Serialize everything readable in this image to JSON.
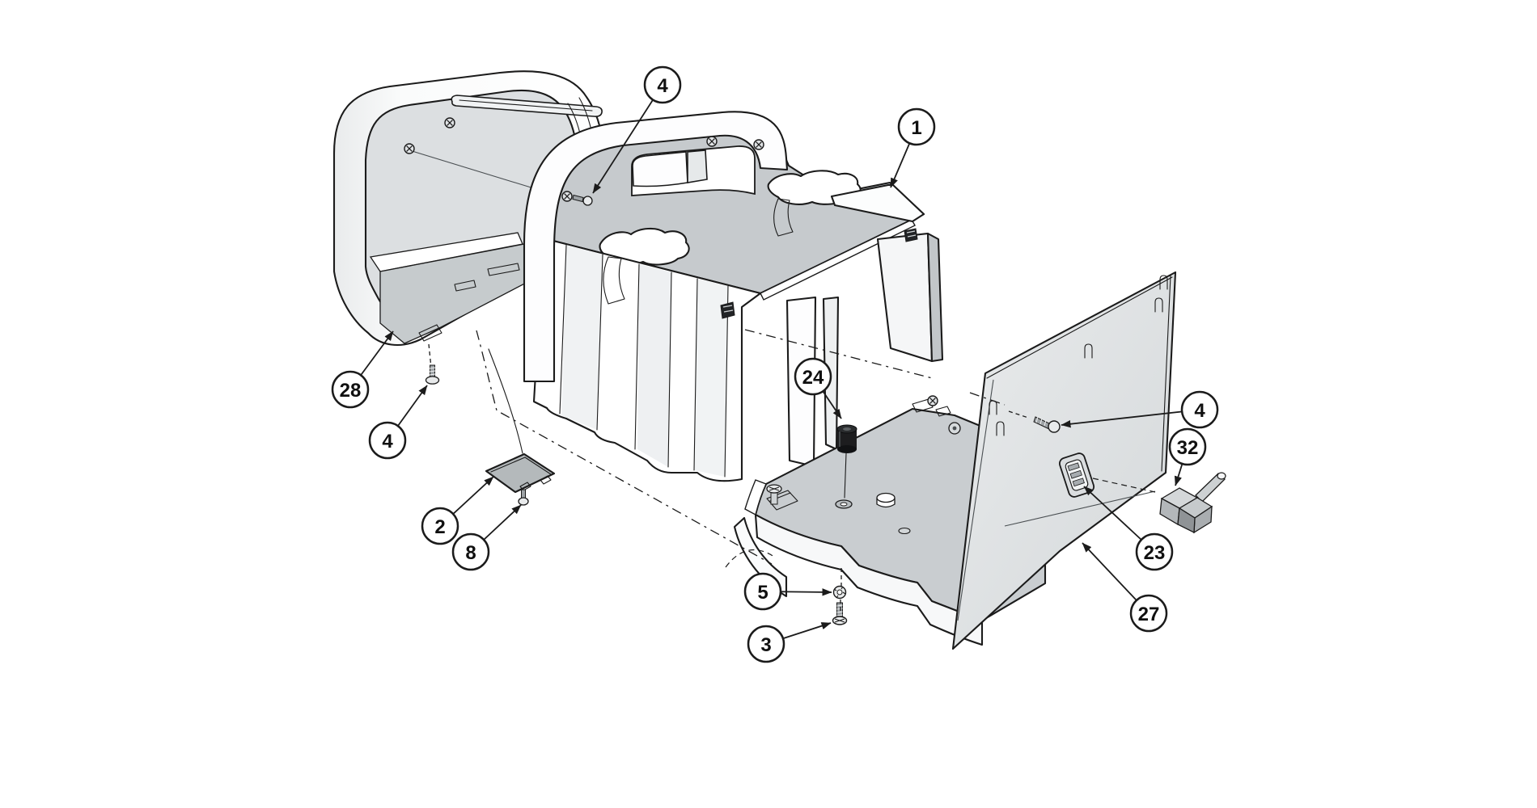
{
  "diagram": {
    "type": "exploded-parts-diagram",
    "background_color": "#ffffff",
    "line_color": "#1b1b1b",
    "palette": {
      "surface_white": "#ffffff",
      "surface_light": "#eef0f1",
      "surface_mid_gray": "#c6cacd",
      "surface_panel_gray": "#dfe3e5",
      "dark_part": "#1d1d1f"
    },
    "callouts": [
      {
        "id": "4-top",
        "label": "4"
      },
      {
        "id": "1",
        "label": "1"
      },
      {
        "id": "28",
        "label": "28"
      },
      {
        "id": "4-left",
        "label": "4"
      },
      {
        "id": "2",
        "label": "2"
      },
      {
        "id": "8",
        "label": "8"
      },
      {
        "id": "24",
        "label": "24"
      },
      {
        "id": "5",
        "label": "5"
      },
      {
        "id": "3",
        "label": "3"
      },
      {
        "id": "4-right",
        "label": "4"
      },
      {
        "id": "32",
        "label": "32"
      },
      {
        "id": "23",
        "label": "23"
      },
      {
        "id": "27",
        "label": "27"
      }
    ]
  }
}
